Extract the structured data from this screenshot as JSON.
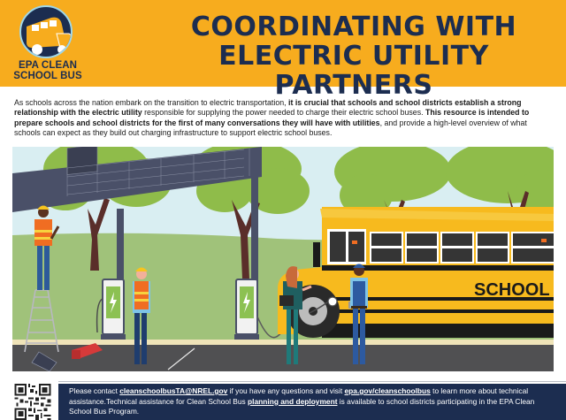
{
  "header": {
    "background_color": "#f7ac1e",
    "logo": {
      "icon": "school-bus-icon",
      "line1": "EPA CLEAN",
      "line2": "SCHOOL BUS"
    },
    "title_line1": "COORDINATING WITH",
    "title_line2": "ELECTRIC UTILITY PARTNERS",
    "title_color": "#1c2d50"
  },
  "intro": {
    "part1": "As schools across the nation embark on the transition to electric transportation, ",
    "part2_bold": "it is crucial that schools and school districts establish a strong relationship with the electric utility",
    "part3": " responsible for supplying the power needed to charge their electric school buses. ",
    "part4_bold": "This resource is intended to prepare schools and school districts for the first of many conversations they will have with utilities",
    "part5": ", and provide a high-level overview of what schools can expect as they build out charging infrastructure to support electric school buses."
  },
  "illustration": {
    "description": "Workers installing solar canopy over EV chargers next to an electric school bus",
    "bus_label": "SCHOOL",
    "elements": [
      "solar-canopy",
      "ev-charger",
      "ev-charger",
      "worker-on-ladder",
      "worker-standing",
      "businesswoman",
      "mechanic",
      "school-bus",
      "toolbox",
      "solar-panel",
      "trees"
    ]
  },
  "footer": {
    "qr_icon": "qr-code-icon",
    "t1": "Please contact ",
    "email_link": "cleanschoolbusTA@NREL.gov",
    "t2": " if you have any questions and visit ",
    "site_link": "epa.gov/cleanschoolbus",
    "t3": " to learn more about technical assistance.Technical assistance for Clean School Bus ",
    "planning_link": "planning and deployment",
    "t4": " is available to school districts participating in the EPA Clean School Bus Program.",
    "background_color": "#1c2d50"
  }
}
